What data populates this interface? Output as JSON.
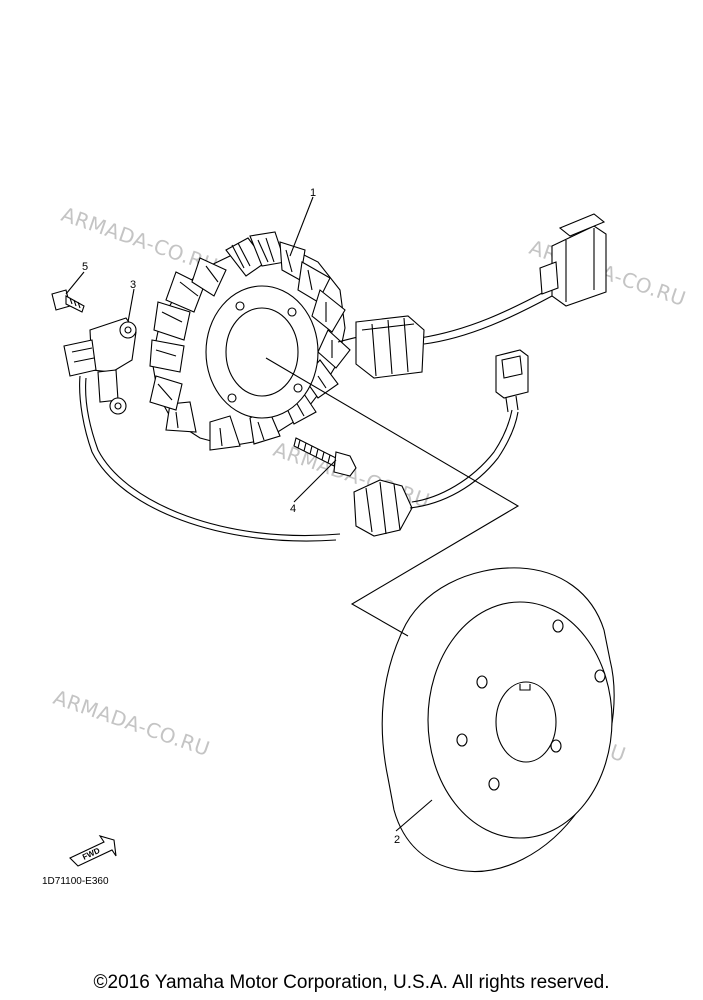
{
  "watermark_text": "ARMADA-CO.RU",
  "callouts": {
    "c1": "1",
    "c2": "2",
    "c3": "3",
    "c4": "4",
    "c5": "5"
  },
  "fwd_label": "FWD",
  "part_code": "1D71100-E360",
  "copyright": "©2016 Yamaha Motor Corporation, U.S.A. All rights reserved."
}
